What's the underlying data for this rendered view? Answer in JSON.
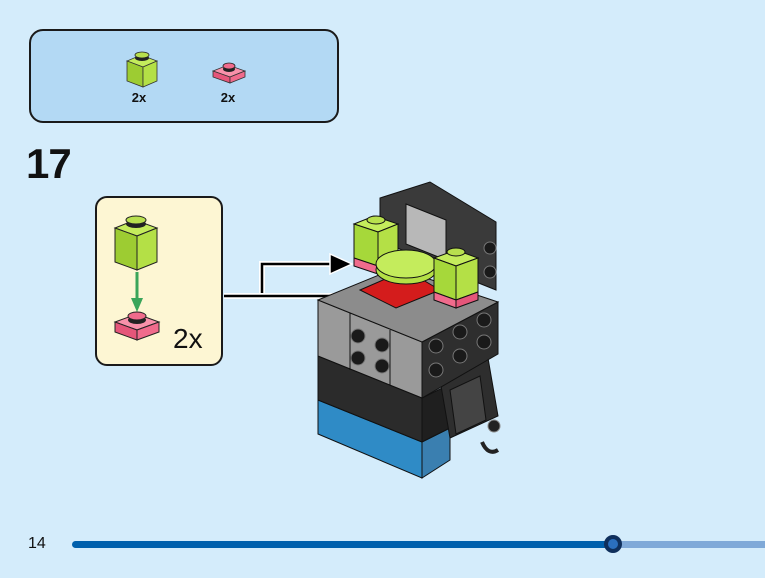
{
  "parts_list": {
    "items": [
      {
        "name": "lime-brick-1x1",
        "color": "#a6d83a",
        "qty": "2x"
      },
      {
        "name": "pink-plate-1x1",
        "color": "#f06b8c",
        "qty": "2x"
      }
    ]
  },
  "step": {
    "number": "17"
  },
  "callout": {
    "qty": "2x",
    "top_piece_color": "#a6d83a",
    "bottom_piece_color": "#f06b8c",
    "arrow_color": "#3aa55a"
  },
  "footer": {
    "page_number": "14",
    "progress_fraction": 0.78,
    "fill_color": "#0060ac",
    "rest_color": "#7fa9d8"
  }
}
